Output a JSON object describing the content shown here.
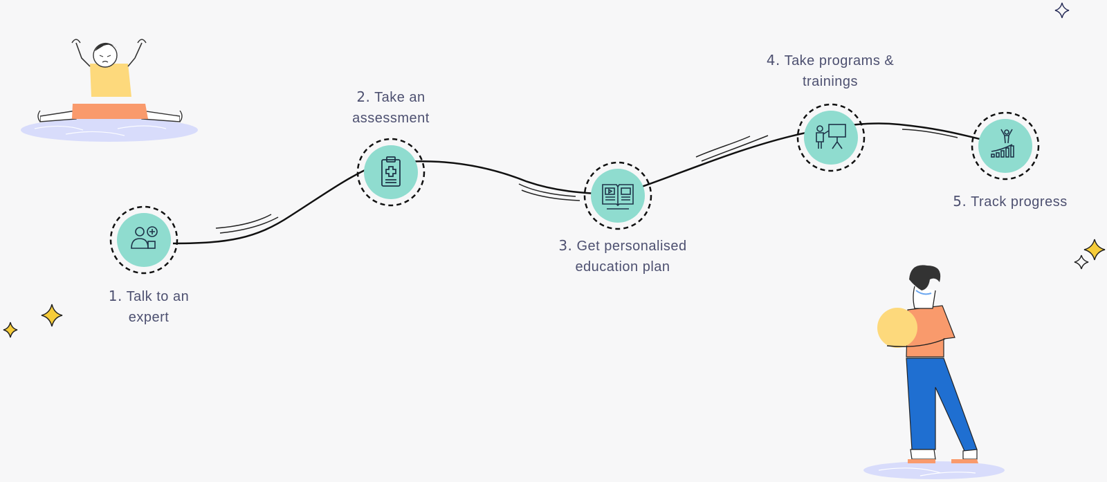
{
  "steps": [
    {
      "number": "1.",
      "line1": "Talk to an",
      "line2": "expert",
      "icon": "expert-brain-icon"
    },
    {
      "number": "2.",
      "line1": "Take an",
      "line2": "assessment",
      "icon": "clipboard-medical-icon"
    },
    {
      "number": "3.",
      "line1": "Get personalised",
      "line2": "education plan",
      "icon": "open-book-icon"
    },
    {
      "number": "4.",
      "line1": "Take programs &",
      "line2": "trainings",
      "icon": "presentation-board-icon"
    },
    {
      "number": "5.",
      "line1": "Track progress",
      "line2": "",
      "icon": "growth-chart-icon"
    }
  ],
  "colors": {
    "background": "#f7f7f8",
    "icon_fill": "#8fdccf",
    "label_text": "#4d5070",
    "sparkle": "#f6cc3a",
    "shirt_orange": "#f99a6c",
    "shirt_yellow": "#fdd97c",
    "pants_blue": "#1f6fd1",
    "mat_lavender": "#d8dcfb"
  }
}
